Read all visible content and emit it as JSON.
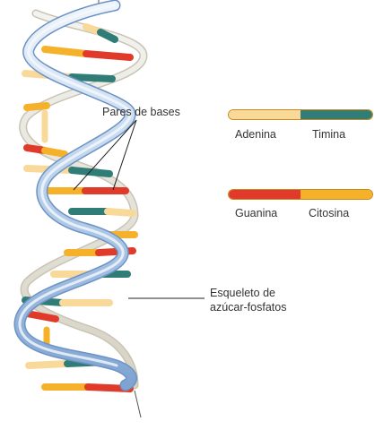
{
  "labels": {
    "base_pairs": "Pares de bases",
    "backbone_line1": "Esqueleto de",
    "backbone_line2": "azúcar-fosfatos"
  },
  "legend": [
    {
      "left": "Adenina",
      "right": "Timina",
      "left_color": "#f9d99a",
      "right_color": "#2f7d76"
    },
    {
      "left": "Guanina",
      "right": "Citosina",
      "left_color": "#e03a2a",
      "right_color": "#f6b12a"
    }
  ],
  "colors": {
    "backbone_light": "#dbe8f6",
    "backbone_dark": "#8fb2db",
    "backbone_edge": "#7fa0c8",
    "adenina": "#f9d99a",
    "timina": "#2f7d76",
    "guanina": "#e03a2a",
    "citosina": "#f6b12a"
  }
}
